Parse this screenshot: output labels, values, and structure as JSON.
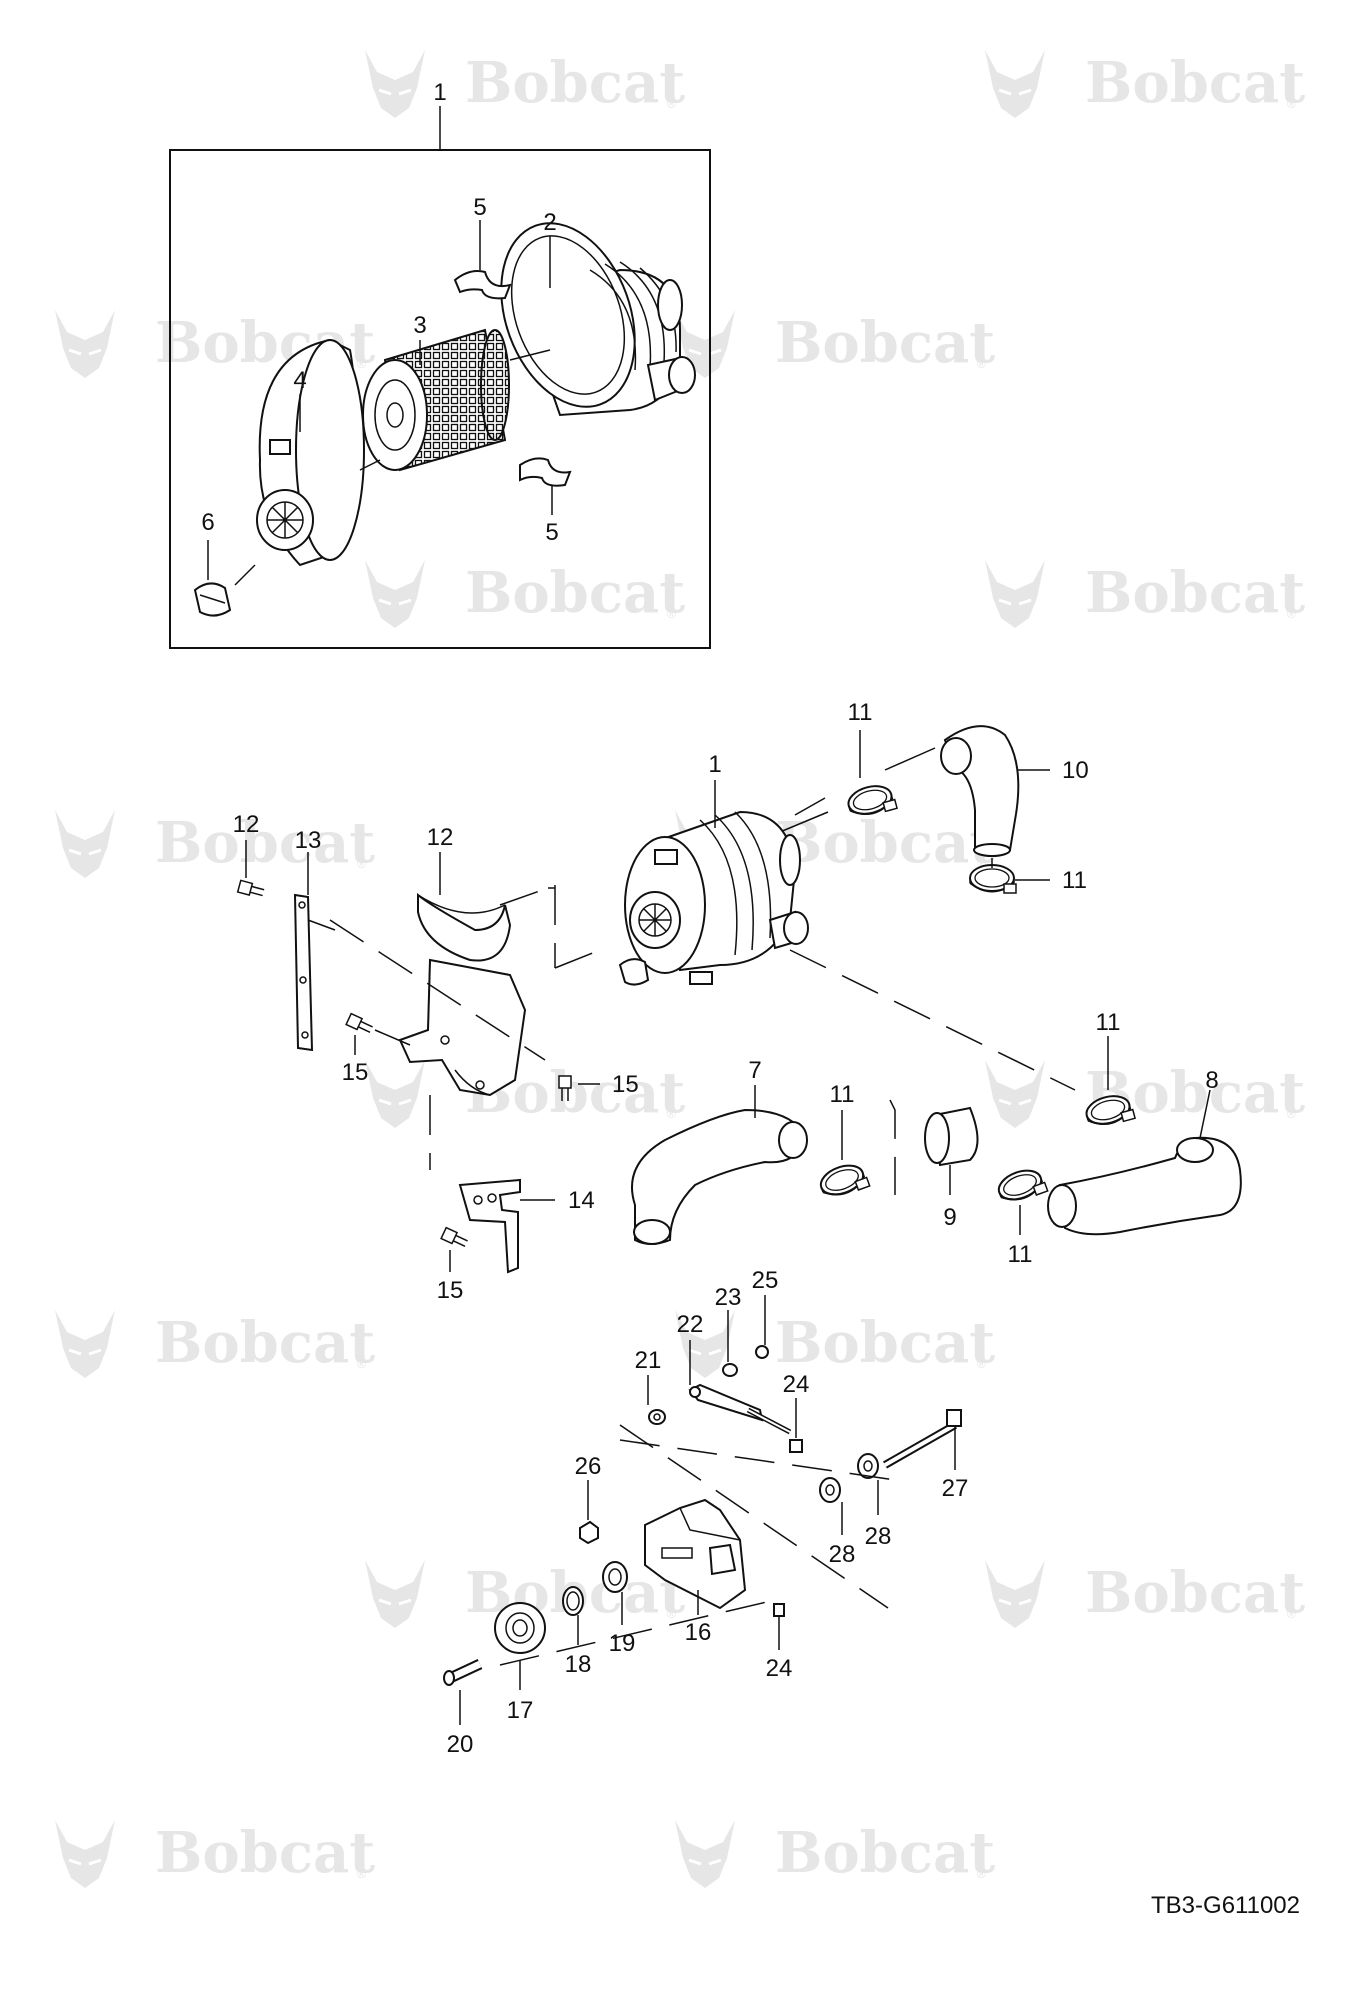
{
  "brand": {
    "watermark_text": "Bobcat",
    "registered_mark": "®",
    "watermark_color": "#e6e6e6"
  },
  "document_id": "TB3-G611002",
  "callouts": {
    "c1_top": "1",
    "c2": "2",
    "c3": "3",
    "c4": "4",
    "c5a": "5",
    "c5b": "5",
    "c6": "6",
    "c11a": "11",
    "c10": "10",
    "c11b": "11",
    "c1_mid": "1",
    "c12a": "12",
    "c13": "13",
    "c12b": "12",
    "c15a": "15",
    "c15b": "15",
    "c15c": "15",
    "c14": "14",
    "c7": "7",
    "c11c": "11",
    "c9": "9",
    "c11d": "11",
    "c11e": "11",
    "c8": "8",
    "c25": "25",
    "c23": "23",
    "c22": "22",
    "c21": "21",
    "c24a": "24",
    "c26": "26",
    "c27": "27",
    "c28a": "28",
    "c28b": "28",
    "c16": "16",
    "c19": "19",
    "c18": "18",
    "c17": "17",
    "c20": "20",
    "c24b": "24"
  }
}
